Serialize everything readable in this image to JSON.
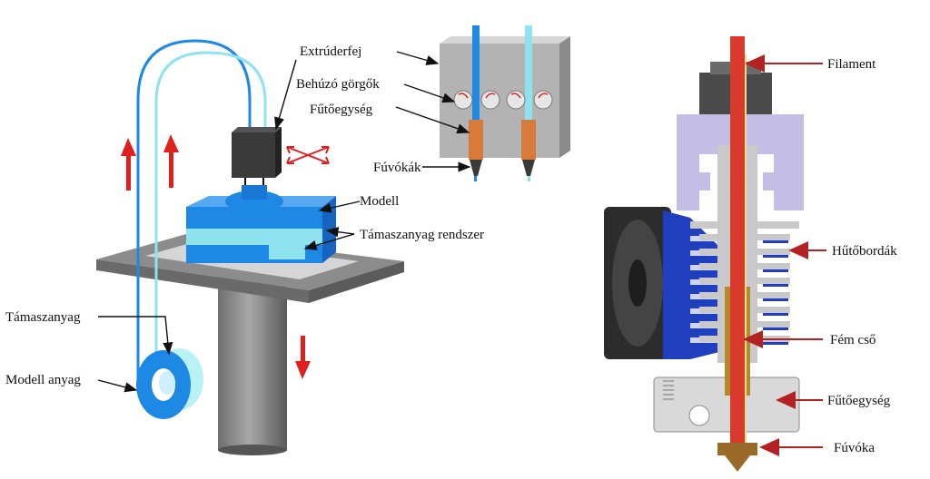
{
  "left_diagram": {
    "labels": {
      "extruder_head": "Extrúderfej",
      "drive_rollers": "Behúzó görgők",
      "heater_left": "Fűtőegység",
      "nozzles": "Fúvókák",
      "model": "Modell",
      "support_system": "Támaszanyag rendszer",
      "support_material": "Támaszanyag",
      "model_material": "Modell anyag"
    }
  },
  "right_diagram": {
    "labels": {
      "filament": "Filament",
      "cooling_fins": "Hűtőbordák",
      "metal_tube": "Fém cső",
      "heater_right": "Fűtőegység",
      "nozzle": "Fúvóka"
    }
  },
  "colors": {
    "model_blue": "#1e88e5",
    "support_cyan": "#8fe3ee",
    "arrow_red": "#e0201c",
    "filament_red": "#d93a2b",
    "heater_orange": "#d87a3a",
    "nozzle_brown": "#9a6a28",
    "cooler_lavender": "#c4bde6",
    "metal_gray": "#c9c9c9",
    "platform_gray": "#7d7d7d"
  }
}
